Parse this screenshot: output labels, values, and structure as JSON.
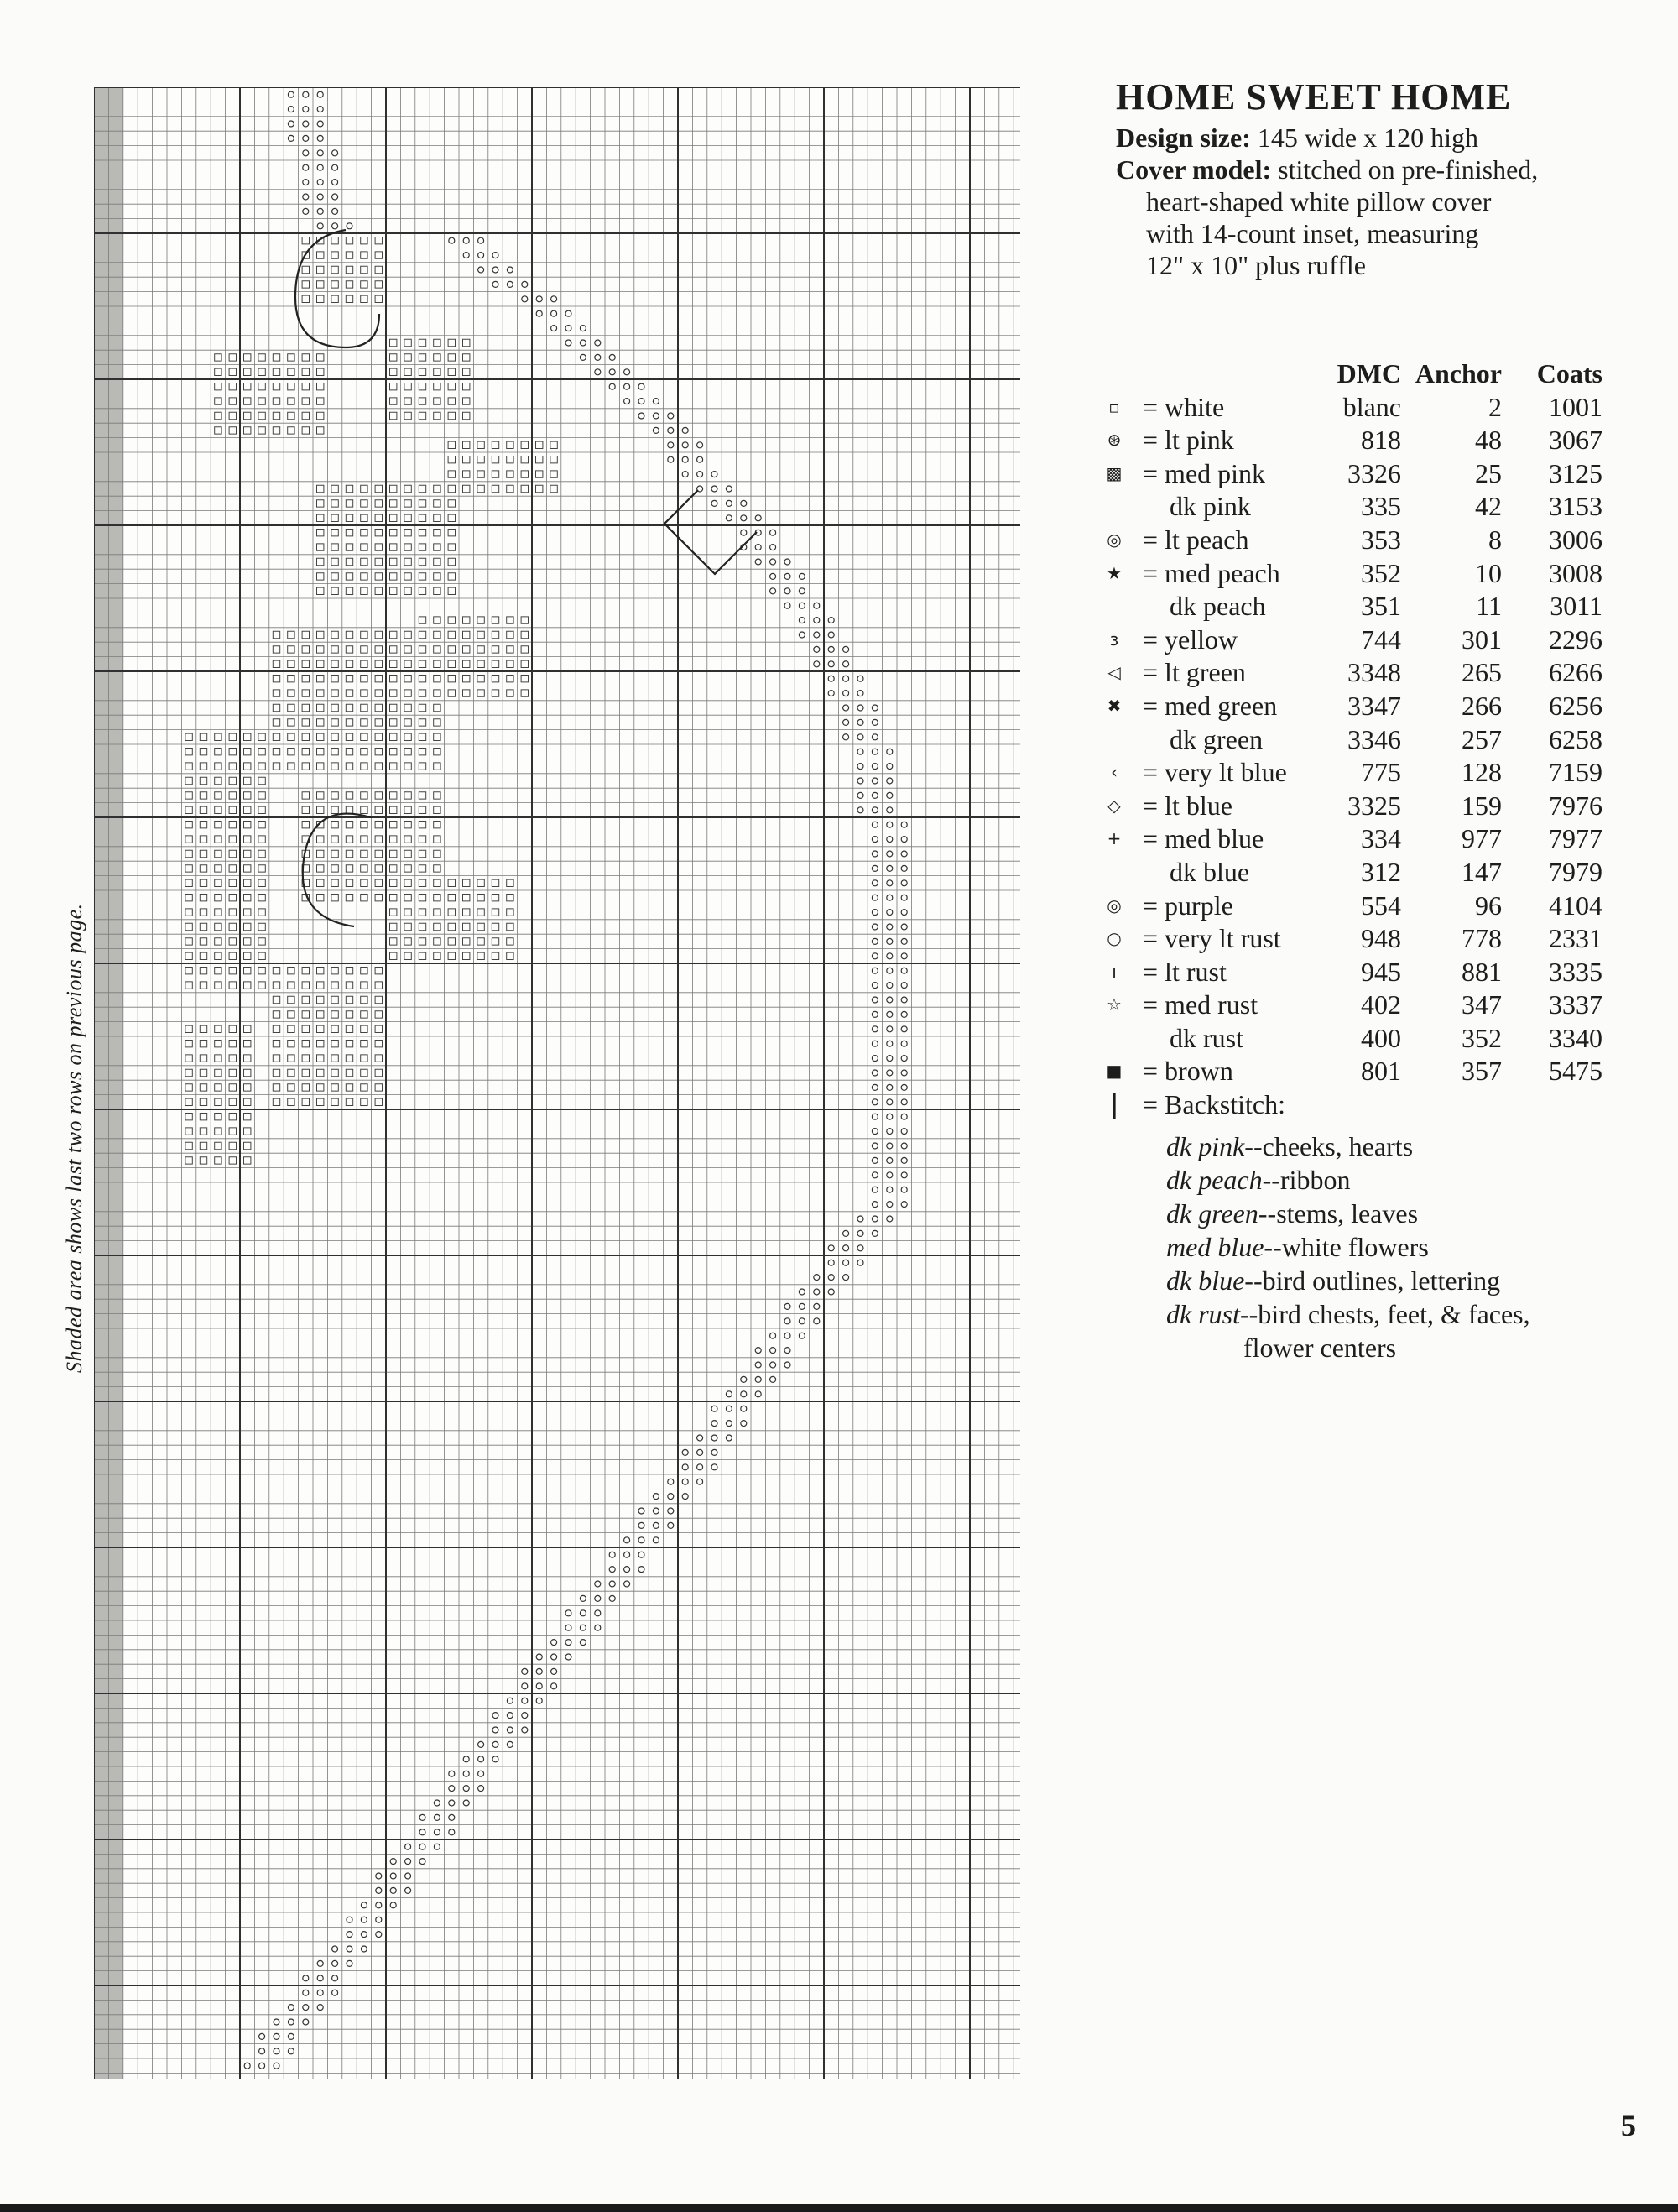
{
  "title": "HOME SWEET HOME",
  "design_size": {
    "label": "Design size:",
    "value": "145 wide x 120 high"
  },
  "cover_model": {
    "label": "Cover model:",
    "lines": [
      "stitched on pre-finished,",
      "heart-shaped white pillow cover",
      "with 14-count inset, measuring",
      "12\" x 10\" plus ruffle"
    ]
  },
  "key_headers": {
    "dmc": "DMC",
    "anchor": "Anchor",
    "coats": "Coats"
  },
  "key_rows": [
    {
      "symbol": "▫",
      "eq": true,
      "name": "white",
      "dmc": "blanc",
      "anchor": "2",
      "coats": "1001"
    },
    {
      "symbol": "⊛",
      "eq": true,
      "name": "lt pink",
      "dmc": "818",
      "anchor": "48",
      "coats": "3067"
    },
    {
      "symbol": "▩",
      "eq": true,
      "name": "med pink",
      "dmc": "3326",
      "anchor": "25",
      "coats": "3125"
    },
    {
      "symbol": "",
      "eq": false,
      "name": "dk pink",
      "dmc": "335",
      "anchor": "42",
      "coats": "3153"
    },
    {
      "symbol": "◎",
      "eq": true,
      "name": "lt peach",
      "dmc": "353",
      "anchor": "8",
      "coats": "3006"
    },
    {
      "symbol": "★",
      "eq": true,
      "name": "med peach",
      "dmc": "352",
      "anchor": "10",
      "coats": "3008"
    },
    {
      "symbol": "",
      "eq": false,
      "name": "dk peach",
      "dmc": "351",
      "anchor": "11",
      "coats": "3011"
    },
    {
      "symbol": "ɜ",
      "eq": true,
      "name": "yellow",
      "dmc": "744",
      "anchor": "301",
      "coats": "2296"
    },
    {
      "symbol": "◁",
      "eq": true,
      "name": "lt green",
      "dmc": "3348",
      "anchor": "265",
      "coats": "6266"
    },
    {
      "symbol": "✖",
      "eq": true,
      "name": "med green",
      "dmc": "3347",
      "anchor": "266",
      "coats": "6256"
    },
    {
      "symbol": "",
      "eq": false,
      "name": "dk green",
      "dmc": "3346",
      "anchor": "257",
      "coats": "6258"
    },
    {
      "symbol": "‹",
      "eq": true,
      "name": "very lt blue",
      "dmc": "775",
      "anchor": "128",
      "coats": "7159"
    },
    {
      "symbol": "◇",
      "eq": true,
      "name": "lt blue",
      "dmc": "3325",
      "anchor": "159",
      "coats": "7976"
    },
    {
      "symbol": "+",
      "eq": true,
      "name": "med blue",
      "dmc": "334",
      "anchor": "977",
      "coats": "7977"
    },
    {
      "symbol": "",
      "eq": false,
      "name": "dk blue",
      "dmc": "312",
      "anchor": "147",
      "coats": "7979"
    },
    {
      "symbol": "◎",
      "eq": true,
      "name": "purple",
      "dmc": "554",
      "anchor": "96",
      "coats": "4104"
    },
    {
      "symbol": "○",
      "eq": true,
      "name": "very lt rust",
      "dmc": "948",
      "anchor": "778",
      "coats": "2331"
    },
    {
      "symbol": "ı",
      "eq": true,
      "name": "lt rust",
      "dmc": "945",
      "anchor": "881",
      "coats": "3335"
    },
    {
      "symbol": "☆",
      "eq": true,
      "name": "med rust",
      "dmc": "402",
      "anchor": "347",
      "coats": "3337"
    },
    {
      "symbol": "",
      "eq": false,
      "name": "dk rust",
      "dmc": "400",
      "anchor": "352",
      "coats": "3340"
    },
    {
      "symbol": "■",
      "eq": true,
      "name": "brown",
      "dmc": "801",
      "anchor": "357",
      "coats": "5475"
    }
  ],
  "backstitch": {
    "symbol": "|",
    "label": "= Backstitch:",
    "items": [
      {
        "color": "dk pink",
        "use": "--cheeks, hearts"
      },
      {
        "color": "dk peach",
        "use": "--ribbon"
      },
      {
        "color": "dk green",
        "use": "--stems, leaves"
      },
      {
        "color": "med blue",
        "use": "--white flowers"
      },
      {
        "color": "dk blue",
        "use": "--bird outlines, lettering"
      },
      {
        "color": "dk rust",
        "use": "--bird chests, feet, & faces,"
      }
    ],
    "continuation": "flower centers"
  },
  "shade_note": "Shaded area shows last two rows on previous page.",
  "page_number": "5"
}
